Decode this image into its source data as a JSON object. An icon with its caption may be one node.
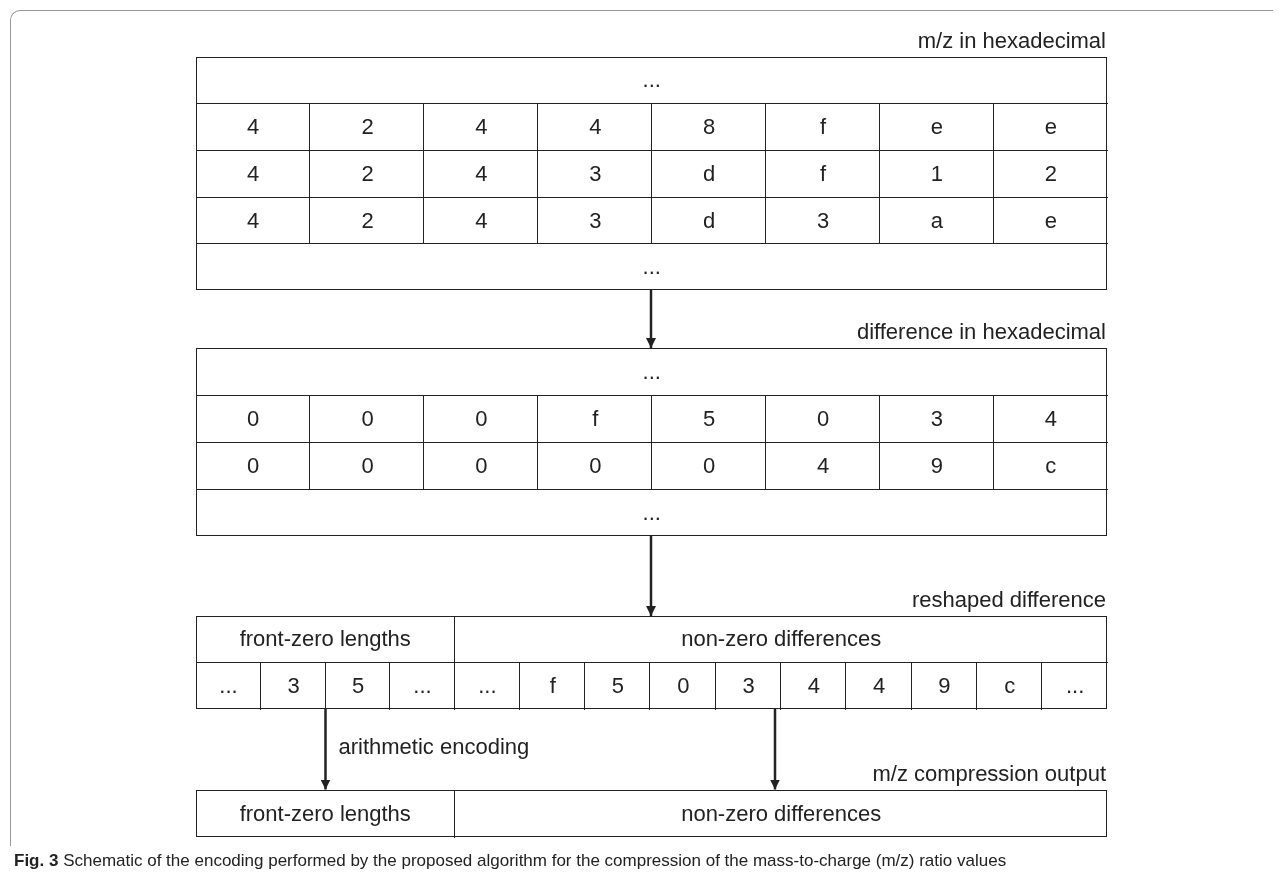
{
  "diagram": {
    "caption": "**Fig. 3** Schematic of the encoding performed by the proposed algorithm for the compression of the mass-to-charge (m/z) ratio values",
    "nodes": [
      {
        "text": [
          "m/z in hexadecimal"
        ]
      },
      {
        "text": [
          "..."
        ],
        "in": 0
      },
      {
        "text": [
          "4"
        ],
        "in": 0
      },
      {
        "text": [
          "2"
        ],
        "in": 0
      },
      {
        "text": [
          "4"
        ],
        "in": 0
      },
      {
        "text": [
          "4"
        ],
        "in": 0
      },
      {
        "text": [
          "8"
        ],
        "in": 0
      },
      {
        "text": [
          "f"
        ],
        "in": 0
      },
      {
        "text": [
          "e"
        ],
        "in": 0
      },
      {
        "text": [
          "e"
        ],
        "in": 0
      },
      {
        "text": [
          "4"
        ],
        "in": 0
      },
      {
        "text": [
          "2"
        ],
        "in": 0
      },
      {
        "text": [
          "4"
        ],
        "in": 0
      },
      {
        "text": [
          "3"
        ],
        "in": 0
      },
      {
        "text": [
          "d"
        ],
        "in": 0
      },
      {
        "text": [
          "f"
        ],
        "in": 0
      },
      {
        "text": [
          "1"
        ],
        "in": 0
      },
      {
        "text": [
          "2"
        ],
        "in": 0
      },
      {
        "text": [
          "4"
        ],
        "in": 0
      },
      {
        "text": [
          "2"
        ],
        "in": 0
      },
      {
        "text": [
          "4"
        ],
        "in": 0
      },
      {
        "text": [
          "3"
        ],
        "in": 0
      },
      {
        "text": [
          "d"
        ],
        "in": 0
      },
      {
        "text": [
          "3"
        ],
        "in": 0
      },
      {
        "text": [
          "a"
        ],
        "in": 0
      },
      {
        "text": [
          "e"
        ],
        "in": 0
      },
      {
        "text": [
          "..."
        ],
        "in": 0
      },
      {
        "text": [
          "difference in hexadecimal"
        ]
      },
      {
        "text": [
          "..."
        ],
        "in": 27
      },
      {
        "text": [
          "0"
        ],
        "in": 27
      },
      {
        "text": [
          "0"
        ],
        "in": 27
      },
      {
        "text": [
          "0"
        ],
        "in": 27
      },
      {
        "text": [
          "f"
        ],
        "in": 27
      },
      {
        "text": [
          "5"
        ],
        "in": 27
      },
      {
        "text": [
          "0"
        ],
        "in": 27
      },
      {
        "text": [
          "3"
        ],
        "in": 27
      },
      {
        "text": [
          "4"
        ],
        "in": 27
      },
      {
        "text": [
          "0"
        ],
        "in": 27
      },
      {
        "text": [
          "0"
        ],
        "in": 27
      },
      {
        "text": [
          "0"
        ],
        "in": 27
      },
      {
        "text": [
          "0"
        ],
        "in": 27
      },
      {
        "text": [
          "0"
        ],
        "in": 27
      },
      {
        "text": [
          "4"
        ],
        "in": 27
      },
      {
        "text": [
          "9"
        ],
        "in": 27
      },
      {
        "text": [
          "c"
        ],
        "in": 27
      },
      {
        "text": [
          "..."
        ],
        "in": 27
      },
      {
        "text": [
          "reshaped difference"
        ]
      },
      {
        "text": [
          "front-zero lengths"
        ],
        "in": 46
      },
      {
        "text": [
          "non-zero differences"
        ],
        "in": 46
      },
      {
        "text": [
          "..."
        ],
        "in": 46
      },
      {
        "text": [
          "3"
        ],
        "in": 46
      },
      {
        "text": [
          "5"
        ],
        "in": 46
      },
      {
        "text": [
          "..."
        ],
        "in": 46
      },
      {
        "text": [
          "..."
        ],
        "in": 46
      },
      {
        "text": [
          "f"
        ],
        "in": 46
      },
      {
        "text": [
          "5"
        ],
        "in": 46
      },
      {
        "text": [
          "0"
        ],
        "in": 46
      },
      {
        "text": [
          "3"
        ],
        "in": 46
      },
      {
        "text": [
          "4"
        ],
        "in": 46
      },
      {
        "text": [
          "4"
        ],
        "in": 46
      },
      {
        "text": [
          "9"
        ],
        "in": 46
      },
      {
        "text": [
          "c"
        ],
        "in": 46
      },
      {
        "text": [
          "..."
        ],
        "in": 46
      },
      {
        "text": [
          "m/z compression output"
        ]
      },
      {
        "text": [
          "front-zero lengths"
        ],
        "in": 63
      },
      {
        "text": [
          "non-zero differences"
        ],
        "in": 63
      }
    ],
    "edges": [
      {
        "from": 0,
        "to": 27,
        "arrow": "to"
      },
      {
        "from": 27,
        "to": 46,
        "arrow": "to"
      },
      {
        "from": 46,
        "to": 64,
        "arrow": "to",
        "label": "arithmetic encoding"
      },
      {
        "from": 46,
        "to": 65,
        "arrow": "to"
      }
    ]
  }
}
